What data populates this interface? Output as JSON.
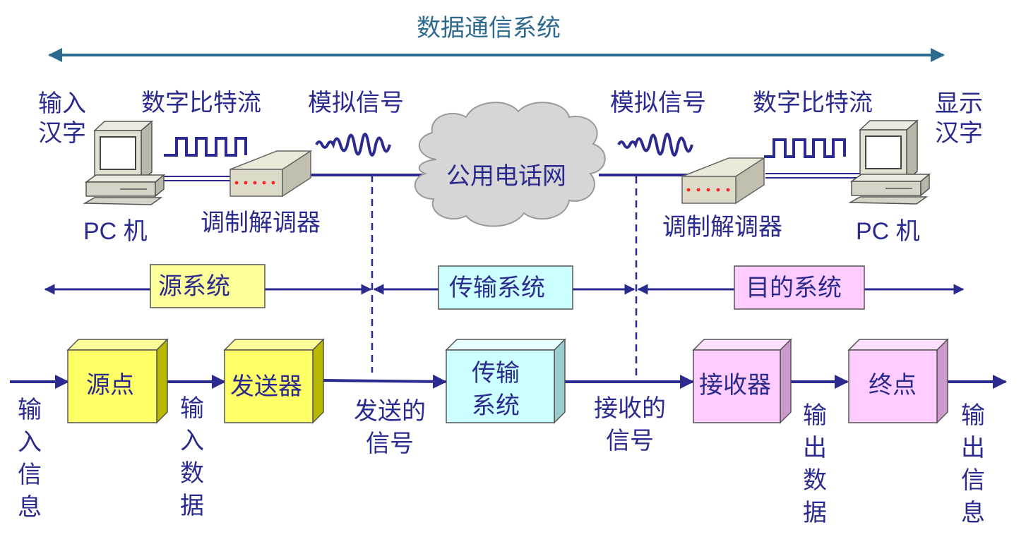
{
  "title": "数据通信系统",
  "top": {
    "left_input": "输入汉字",
    "right_output": "显示汉字",
    "digital_stream_left": "数字比特流",
    "analog_left": "模拟信号",
    "analog_right": "模拟信号",
    "digital_stream_right": "数字比特流",
    "cloud": "公用电话网",
    "pc_left": "PC 机",
    "pc_right": "PC 机",
    "modem_left": "调制解调器",
    "modem_right": "调制解调器"
  },
  "systems": {
    "source": "源系统",
    "transmission": "传输系统",
    "destination": "目的系统"
  },
  "pipeline": {
    "blocks": {
      "source_point": "源点",
      "transmitter": "发送器",
      "transmission": "传输系统",
      "receiver": "接收器",
      "destination_point": "终点"
    },
    "labels": {
      "input_info": "输入信息",
      "input_data": "输入数据",
      "sent_signal": "发送的信号",
      "received_signal": "接收的信号",
      "output_data": "输出数据",
      "output_info": "输出信息"
    }
  },
  "colors": {
    "navy": "#2b2b8f",
    "title": "#2e6a8e",
    "yellow": "#ffff66",
    "cyan": "#ccffff",
    "pink": "#ffccff",
    "cloud": "#d6d6d6"
  }
}
